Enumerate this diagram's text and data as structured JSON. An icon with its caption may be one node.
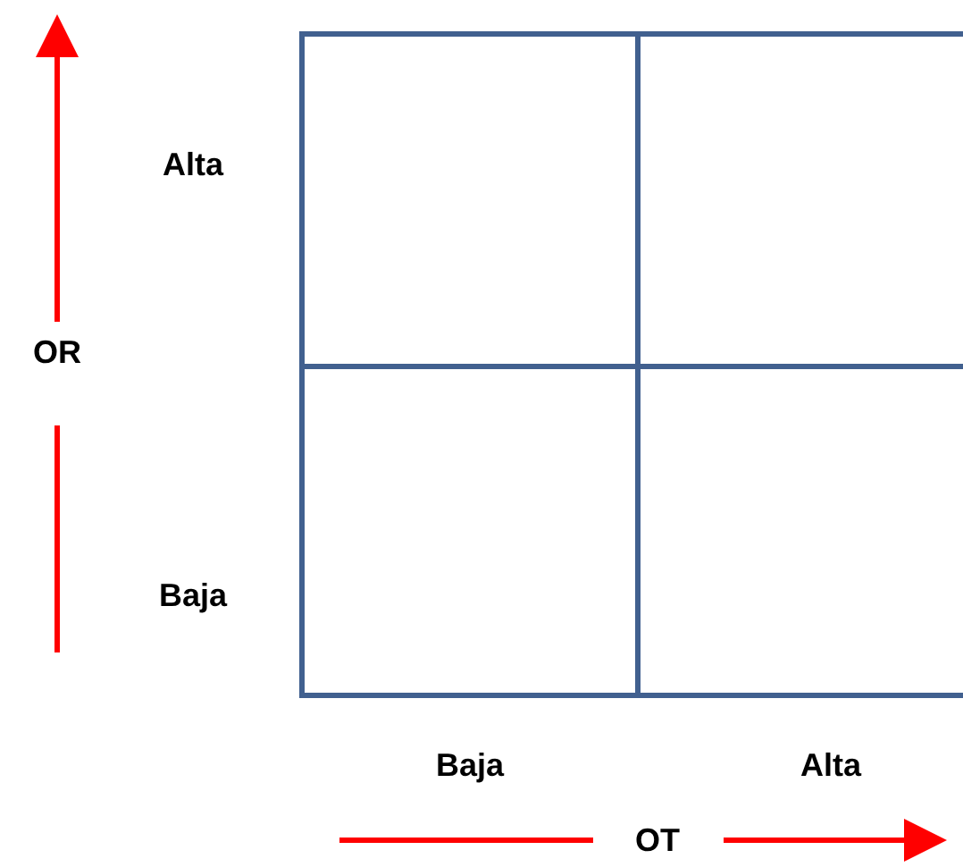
{
  "diagram": {
    "labels": [
      "Alta",
      "OR",
      "Baja",
      "Baja",
      "Alta",
      "OT"
    ]
  }
}
